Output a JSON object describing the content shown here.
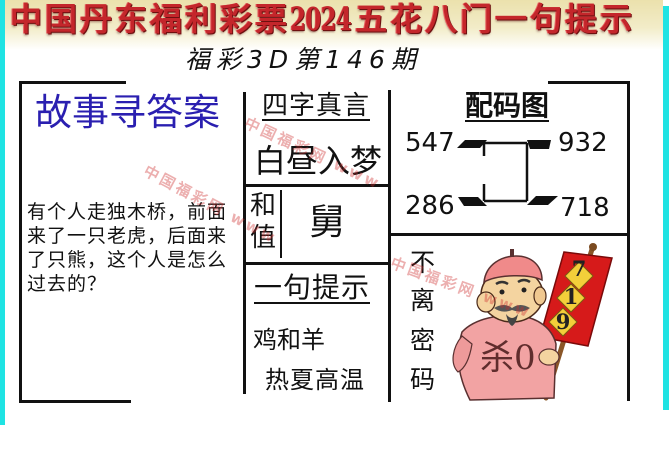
{
  "header": {
    "title_prefix": "中国丹东福利彩票",
    "title_year": "2024",
    "title_suffix": "五花八门一句提示",
    "subtitle": "福彩3D第146期"
  },
  "story": {
    "heading": "故事寻答案",
    "lines": [
      "有个人走独木桥，前面",
      "来了一只老虎，后面来",
      "了只熊，这个人是怎么",
      "过去的？"
    ]
  },
  "motto": {
    "heading": "四字真言",
    "phrase": "白昼入梦"
  },
  "sum_value": {
    "label_chars": [
      "和",
      "值"
    ],
    "value": "舅"
  },
  "hint": {
    "heading": "一句提示",
    "lines": [
      "鸡和羊",
      "热夏高温"
    ]
  },
  "code_map": {
    "heading": "配码图",
    "top_left": "547",
    "top_right": "932",
    "bottom_left": "286",
    "bottom_right": "718"
  },
  "secret_code": {
    "label_chars": [
      "不",
      "离",
      "密",
      "码"
    ],
    "kill": "杀0",
    "banner_digits": [
      "7",
      "1",
      "9"
    ]
  },
  "watermark": "中国福彩网 www",
  "colors": {
    "title_red": "#c4262b",
    "heading_blue": "#2a1fb0",
    "border_cyan": "#1fe3e3",
    "banner_red": "#d61a1a",
    "diamond_yellow": "#f3cf3a",
    "robe_pink": "#f2a3a3"
  }
}
